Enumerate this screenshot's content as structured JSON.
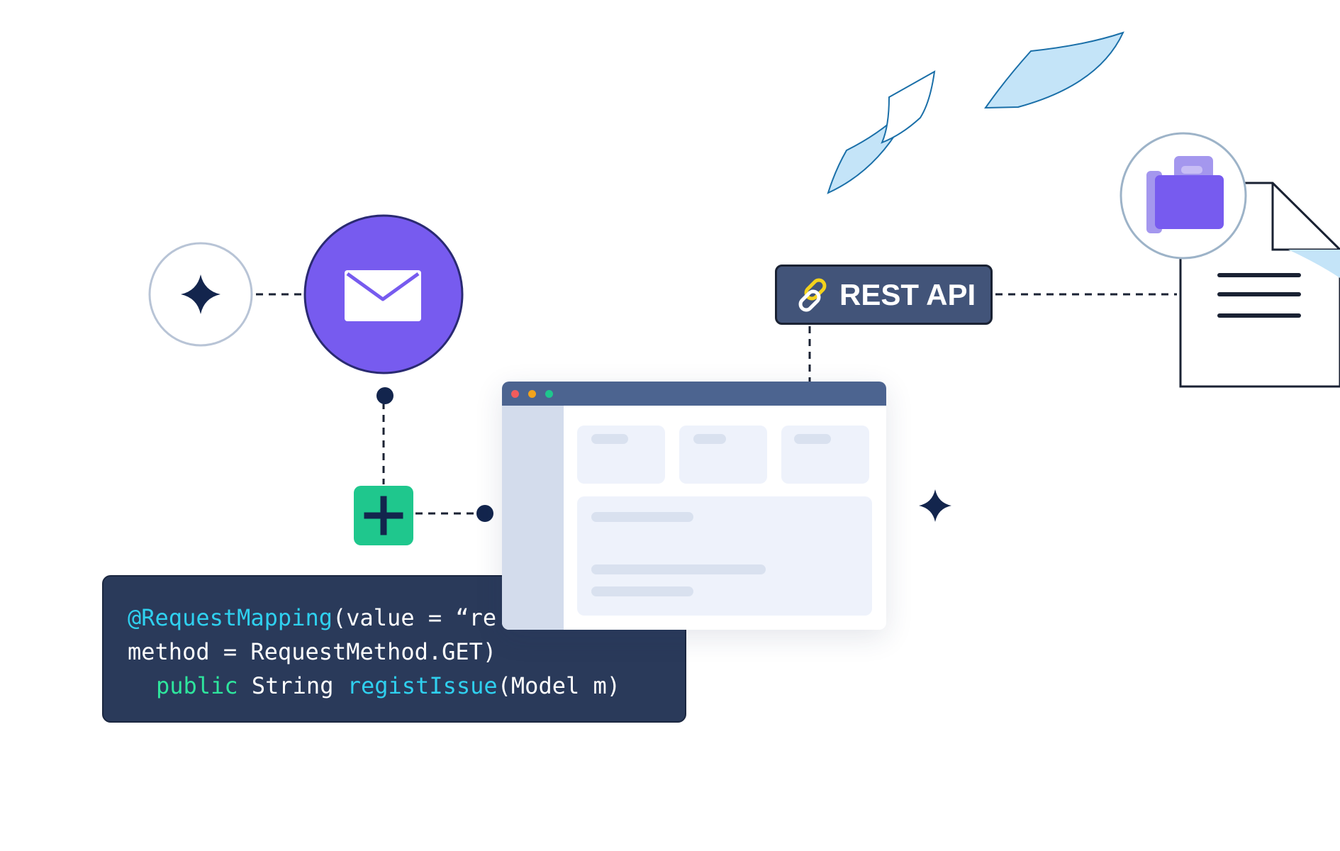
{
  "colors": {
    "accent_purple": "#775bef",
    "accent_green": "#1fc78d",
    "navy": "#13254d",
    "code_background": "#2a3a5a",
    "code_annotation": "#2fd0ef",
    "code_keyword": "#2ee59d",
    "rest_badge": "#425479",
    "browser_titlebar": "#4c6490",
    "paper_blue": "#c4e4f8"
  },
  "icons": {
    "sparkle": "sparkle-icon",
    "email": "envelope-icon",
    "add": "plus-icon",
    "link": "chain-link-icon",
    "folder": "folder-icon",
    "document": "document-icon"
  },
  "rest_api": {
    "label": "REST API"
  },
  "code": {
    "line1": {
      "annotation": "@RequestMapping",
      "rest": "(value = “re"
    },
    "line2": {
      "text": "method = RequestMethod.GET)"
    },
    "line3": {
      "keyword": "public",
      "type": " String ",
      "function": "registIssue",
      "args": "(Model m)"
    }
  }
}
